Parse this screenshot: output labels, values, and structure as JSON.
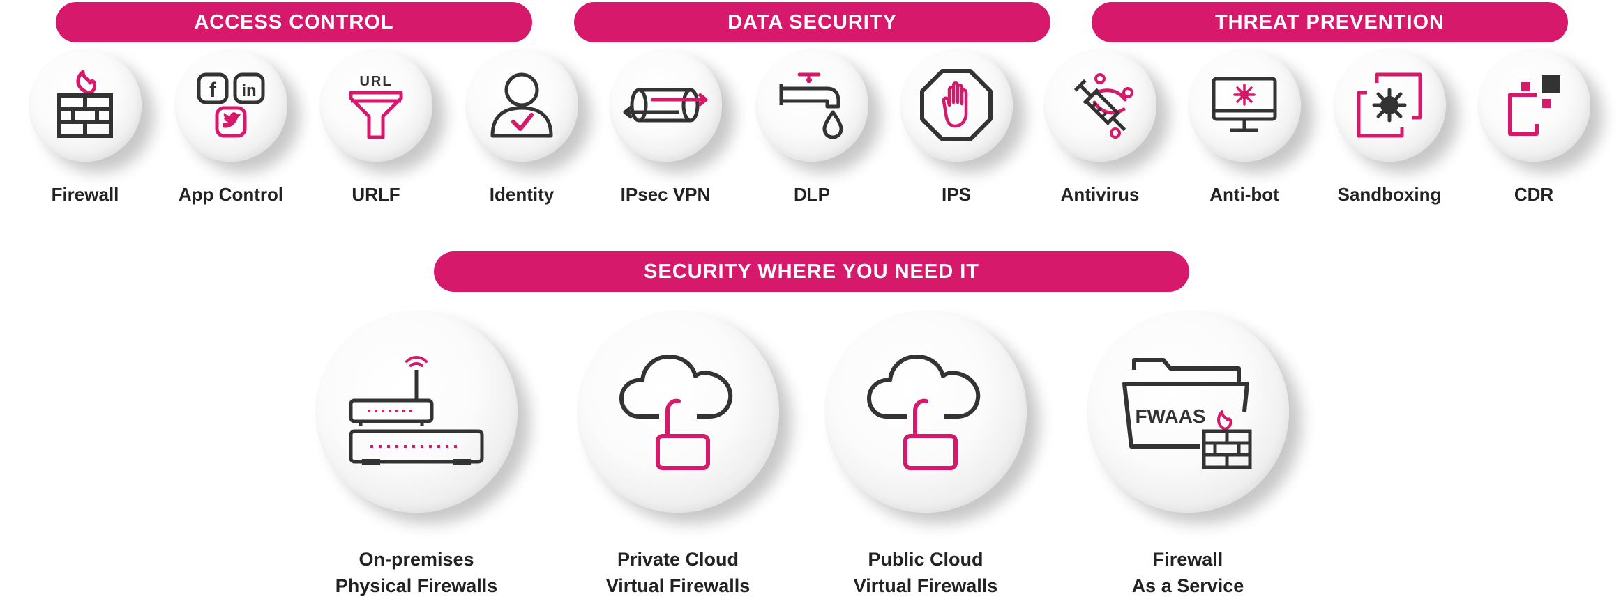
{
  "colors": {
    "accent": "#d6196a",
    "icon_dark": "#333333",
    "text": "#222222"
  },
  "categories": {
    "access_control": "ACCESS CONTROL",
    "data_security": "DATA SECURITY",
    "threat_prevention": "THREAT PREVENTION",
    "security_where": "SECURITY WHERE YOU NEED IT"
  },
  "features": [
    {
      "label": "Firewall",
      "icon": "firewall-icon"
    },
    {
      "label": "App Control",
      "icon": "social-apps-icon"
    },
    {
      "label": "URLF",
      "icon": "url-filter-icon",
      "icon_text": "URL"
    },
    {
      "label": "Identity",
      "icon": "user-check-icon"
    },
    {
      "label": "IPsec VPN",
      "icon": "vpn-tunnel-icon"
    },
    {
      "label": "DLP",
      "icon": "faucet-icon"
    },
    {
      "label": "IPS",
      "icon": "stop-hand-icon"
    },
    {
      "label": "Antivirus",
      "icon": "syringe-icon"
    },
    {
      "label": "Anti-bot",
      "icon": "monitor-bug-icon"
    },
    {
      "label": "Sandboxing",
      "icon": "sandbox-icon"
    },
    {
      "label": "CDR",
      "icon": "cdr-icon"
    }
  ],
  "deployments": [
    {
      "line1": "On-premises",
      "line2": "Physical Firewalls",
      "icon": "router-icon"
    },
    {
      "line1": "Private Cloud",
      "line2": "Virtual Firewalls",
      "icon": "cloud-lock-icon"
    },
    {
      "line1": "Public Cloud",
      "line2": "Virtual Firewalls",
      "icon": "cloud-lock-icon"
    },
    {
      "line1": "Firewall",
      "line2": "As a Service",
      "icon": "fwaas-folder-icon",
      "icon_text": "FWAAS"
    }
  ]
}
